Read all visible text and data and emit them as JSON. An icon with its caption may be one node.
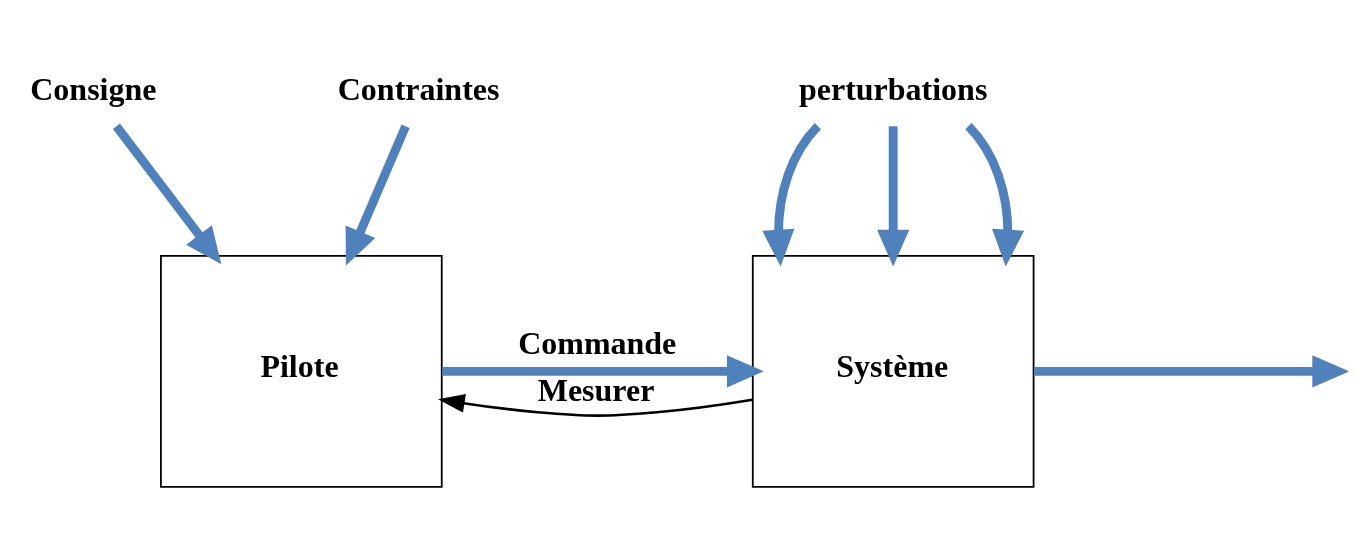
{
  "diagram": {
    "nodes": [
      {
        "text": [
          "Pilote"
        ]
      },
      {
        "text": [
          "Système"
        ]
      },
      {
        "text": [
          "Consigne"
        ]
      },
      {
        "text": [
          "Contraintes"
        ]
      },
      {
        "text": [
          "perturbations"
        ]
      }
    ],
    "edges": [
      {
        "from": 2,
        "to": 0,
        "arrow": "to"
      },
      {
        "from": 3,
        "to": 0,
        "arrow": "to"
      },
      {
        "from": 0,
        "to": 1,
        "arrow": "to",
        "label": "Commande"
      },
      {
        "from": 4,
        "to": 1,
        "arrow": "to"
      },
      {
        "from": 4,
        "to": 1,
        "arrow": "to"
      },
      {
        "from": 4,
        "to": 1,
        "arrow": "to"
      },
      {
        "from": 1,
        "to": null,
        "arrow": "to"
      },
      {
        "from": 1,
        "to": 0,
        "arrow": "to",
        "label": "Mesurer",
        "color": "#000000"
      }
    ]
  }
}
